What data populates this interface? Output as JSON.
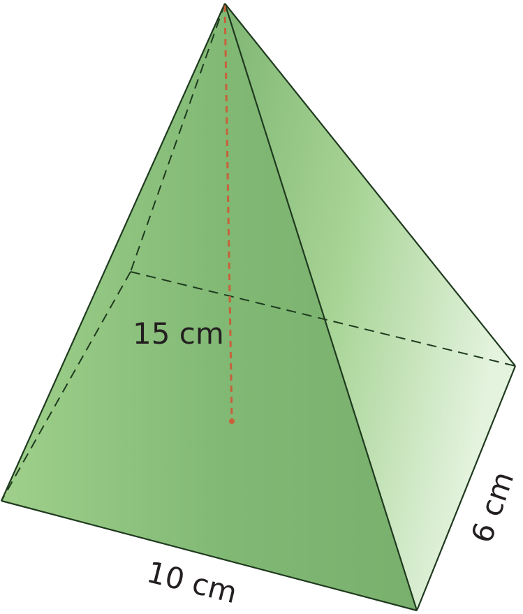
{
  "figure": {
    "type": "rectangular pyramid",
    "height_label": "15 cm",
    "length_label": "10 cm",
    "width_label": "6 cm",
    "colors": {
      "face_dark": "#7cb46f",
      "face_light": "#a9d597",
      "face_highlight": "#e6f4e0",
      "edge": "#1f3a1f",
      "height_line": "#c8613a"
    }
  }
}
